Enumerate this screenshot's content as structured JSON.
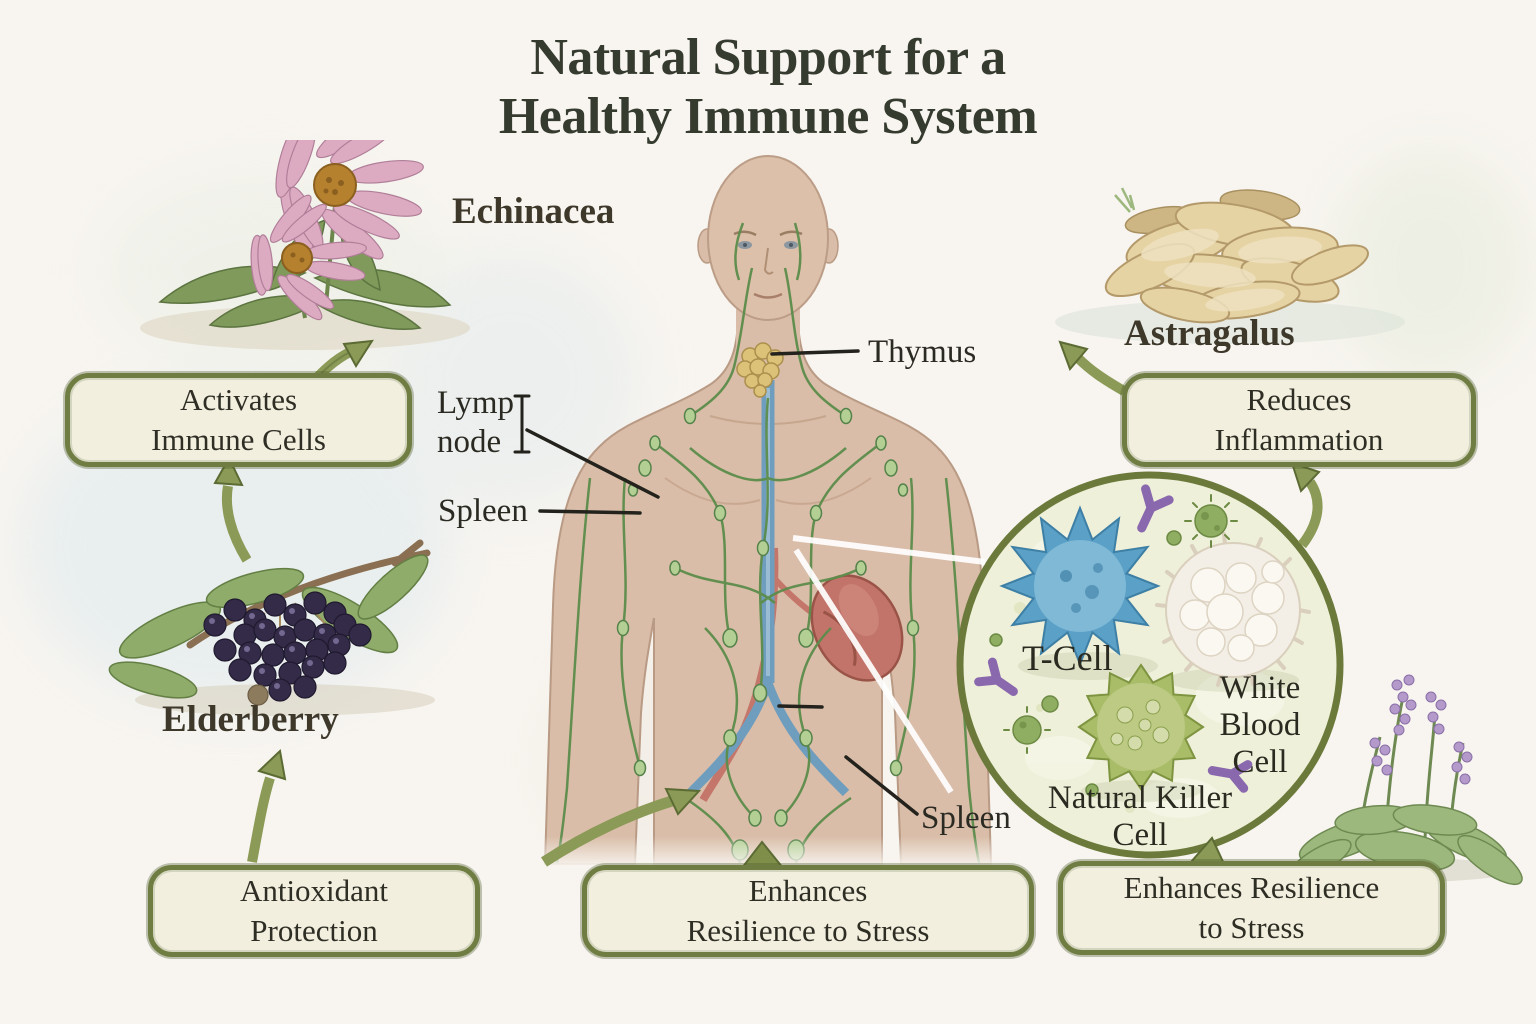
{
  "title": {
    "text": "Natural Support for a\nHealthy Immune System"
  },
  "herb_labels": {
    "echinacea": "Echinacea",
    "astragalus": "Astragalus",
    "elderberry": "Elderberry"
  },
  "anatomy_labels": {
    "thymus": "Thymus",
    "lymph_node": "Lymp\nnode",
    "spleen_upper": "Spleen",
    "spleen_lower": "Spleen"
  },
  "cell_labels": {
    "t_cell": "T-Cell",
    "white_blood_cell": "White\nBlood\nCell",
    "natural_killer_cell": "Natural Killer\nCell"
  },
  "benefit_boxes": {
    "activates": "Activates\nImmune Cells",
    "reduces": "Reduces\nInflammation",
    "antioxidant": "Antioxidant\nProtection",
    "enhances_center": "Enhances\nResilience to Stress",
    "enhances_right": "Enhances Resilience\nto Stress"
  },
  "colors": {
    "background": "#f8f5f0",
    "box_fill": "#f2efdf",
    "box_border": "#6f7d42",
    "arrow_green": "#8b9a56",
    "arrow_edge": "#5c6b33",
    "title_text": "#363b2f",
    "leader_line": "#23221c",
    "tcell_blue": "#5ba0c6",
    "wbc_white": "#f3efe6",
    "nk_green": "#a9bc68",
    "antibody_purple": "#8a68ad",
    "thymus_yellow": "#dcc179",
    "vein_blue": "#6f9dbe",
    "spleen_red": "#c3746a",
    "lymph_green": "#5c8d4b"
  }
}
